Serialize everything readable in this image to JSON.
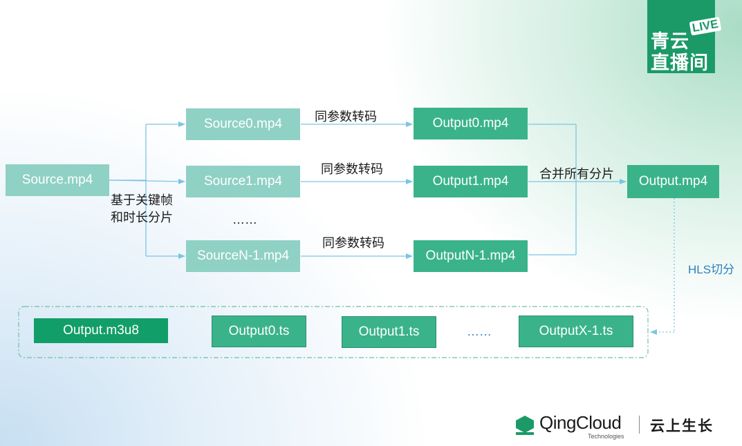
{
  "logo": {
    "line1": "青云",
    "line2": "直播间",
    "badge": "LIVE"
  },
  "diagram": {
    "source": "Source.mp4",
    "split_label_line1": "基于关键帧",
    "split_label_line2": "和时长分片",
    "segments": [
      {
        "input": "Source0.mp4",
        "output": "Output0.mp4",
        "edge_label": "同参数转码"
      },
      {
        "input": "Source1.mp4",
        "output": "Output1.mp4",
        "edge_label": "同参数转码"
      },
      {
        "input": "SourceN-1.mp4",
        "output": "OutputN-1.mp4",
        "edge_label": "同参数转码"
      }
    ],
    "ellipsis_middle": "……",
    "merge_label": "合并所有分片",
    "merged_output": "Output.mp4",
    "hls_label": "HLS切分",
    "hls_files": {
      "playlist": "Output.m3u8",
      "ts0": "Output0.ts",
      "ts1": "Output1.ts",
      "ellipsis": "……",
      "tsx": "OutputX-1.ts"
    }
  },
  "footer": {
    "brand": "QingCloud",
    "brand_sub": "Technologies",
    "slogan": "云上生长"
  },
  "colors": {
    "light_box": "#8fd1c5",
    "dark_box": "#3ab38a",
    "playlist_box": "#129e68",
    "connector": "#7cc4e4",
    "hls_text": "#2f7fbf",
    "logo_green": "#1b9a68"
  }
}
